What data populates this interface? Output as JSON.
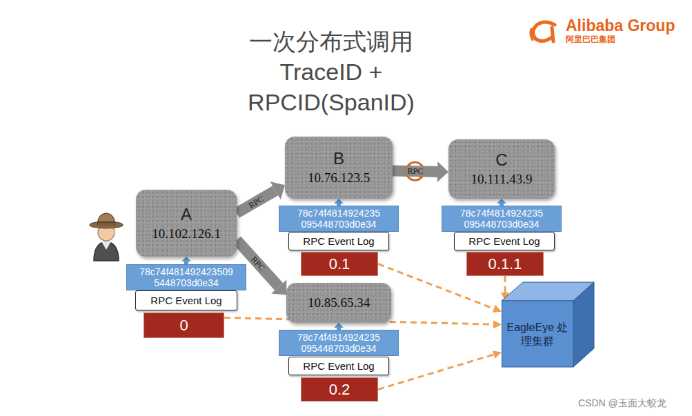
{
  "diagram": {
    "title": "一次分布式调用 TraceID + RPCID(SpanID)",
    "nodes": [
      {
        "text": [
          "A",
          "10.102.126.1"
        ]
      },
      {
        "text": [
          "78c74f481492423509 5448703d0e34"
        ]
      },
      {
        "text": [
          "RPC Event Log"
        ]
      },
      {
        "text": [
          "0"
        ]
      },
      {
        "text": [
          "B",
          "10.76.123.5"
        ]
      },
      {
        "text": [
          "78c74f4814924235 095448703d0e34"
        ]
      },
      {
        "text": [
          "RPC Event Log"
        ]
      },
      {
        "text": [
          "0.1"
        ]
      },
      {
        "text": [
          "C",
          "10.111.43.9"
        ]
      },
      {
        "text": [
          "78c74f4814924235 095448703d0e34"
        ]
      },
      {
        "text": [
          "RPC Event Log"
        ]
      },
      {
        "text": [
          "0.1.1"
        ]
      },
      {
        "text": [
          "10.85.65.34"
        ]
      },
      {
        "text": [
          "78c74f4814924235 095448703d0e34"
        ]
      },
      {
        "text": [
          "RPC Event Log"
        ]
      },
      {
        "text": [
          "0.2"
        ]
      },
      {
        "text": [
          "EagleEye 处理集群"
        ]
      }
    ],
    "edges": [
      {
        "from": 0,
        "to": 4,
        "label": "RPC",
        "arrow": "to"
      },
      {
        "from": 0,
        "to": 12,
        "label": "RPC",
        "arrow": "to"
      },
      {
        "from": 4,
        "to": 8,
        "label": "RPC",
        "arrow": "to"
      },
      {
        "from": 1,
        "to": 0,
        "arrow": "to"
      },
      {
        "from": 5,
        "to": 4,
        "arrow": "to"
      },
      {
        "from": 9,
        "to": 8,
        "arrow": "to"
      },
      {
        "from": 13,
        "to": 12,
        "arrow": "to"
      },
      {
        "from": 3,
        "to": 16,
        "arrow": "to"
      },
      {
        "from": 7,
        "to": 16,
        "arrow": "to"
      },
      {
        "from": 11,
        "to": 16,
        "arrow": "to"
      },
      {
        "from": 15,
        "to": 16,
        "arrow": "to"
      }
    ],
    "labels": [
      "Alibaba Group",
      "阿里巴巴集团",
      "CSDN @玉面大蛟龙"
    ]
  }
}
